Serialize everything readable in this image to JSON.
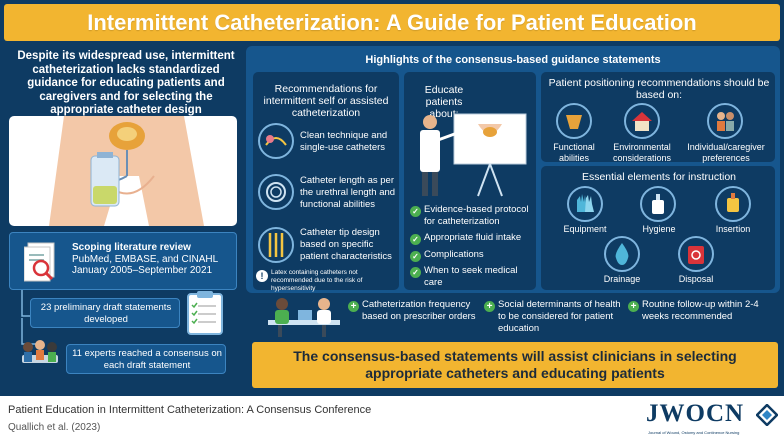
{
  "title": "Intermittent Catheterization: A Guide for Patient Education",
  "left": {
    "intro": "Despite its widespread use, intermittent catheterization lacks standardized guidance for educating patients and caregivers and for selecting the appropriate catheter design",
    "review_title": "Scoping literature review",
    "review_sources": "PubMed, EMBASE, and CINAHL",
    "review_dates": "January 2005–September 2021",
    "step2": "23 preliminary draft statements developed",
    "step3": "11 experts reached a consensus on each draft statement"
  },
  "highlights_heading": "Highlights of the consensus-based guidance statements",
  "recommendations": {
    "heading": "Recommendations for intermittent self or assisted catheterization",
    "items": [
      "Clean technique and single-use catheters",
      "Catheter length as per the urethral length and functional abilities",
      "Catheter tip design based on specific patient characteristics"
    ],
    "warning": "Latex containing catheters not recommended due to the risk of hypersensitivity"
  },
  "educate": {
    "heading": "Educate patients about:",
    "items": [
      "Evidence-based protocol for catheterization",
      "Appropriate fluid intake",
      "Complications",
      "When to seek medical care"
    ]
  },
  "positioning": {
    "heading": "Patient positioning recommendations should be based on:",
    "items": [
      "Functional abilities",
      "Environmental considerations",
      "Individual/caregiver preferences"
    ]
  },
  "essential": {
    "heading": "Essential elements for instruction",
    "items": [
      "Equipment",
      "Hygiene",
      "Insertion",
      "Drainage",
      "Disposal"
    ]
  },
  "bottom_points": [
    "Catheterization frequency based on prescriber orders",
    "Social determinants of health to be considered for patient education",
    "Routine follow-up within 2-4 weeks recommended"
  ],
  "conclusion": "The consensus-based statements will assist clinicians in selecting appropriate catheters and educating patients",
  "footer": {
    "paper_title": "Patient Education in Intermittent Catheterization: A Consensus Conference",
    "citation": "Quallich et al. (2023)",
    "logo": "JWOCN",
    "logo_sub": "Journal of Wound, Ostomy and Continence Nursing"
  },
  "colors": {
    "navy": "#0e3b63",
    "panel": "#16568d",
    "gold": "#f2b530",
    "green": "#4caf50",
    "red": "#d9343a"
  }
}
